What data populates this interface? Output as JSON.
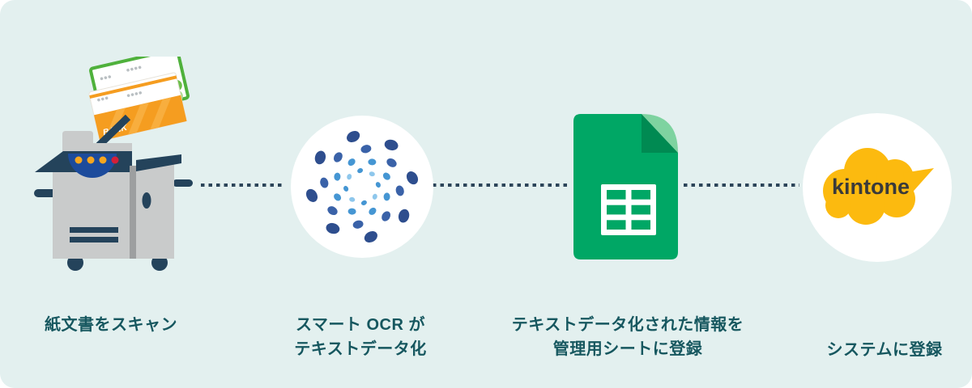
{
  "flow": {
    "title_hidden": "",
    "steps": [
      {
        "id": "scan",
        "icon": "multifunction-printer-icon",
        "lines": [
          "紙文書をスキャン"
        ]
      },
      {
        "id": "ocr",
        "icon": "smart-ocr-dots-icon",
        "lines": [
          "スマート OCR が",
          "テキストデータ化"
        ]
      },
      {
        "id": "sheet",
        "icon": "google-sheets-icon",
        "lines": [
          "テキストデータ化された情報を",
          "管理用シートに登録"
        ]
      },
      {
        "id": "system",
        "icon": "kintone-logo-icon",
        "lines": [
          "システムに登録"
        ]
      }
    ]
  },
  "scanner_document": {
    "bank_label": "BANK"
  },
  "kintone": {
    "logo_text": "kintone"
  },
  "colors": {
    "panel_bg": "#e3f0ef",
    "label_text": "#16575f",
    "connector_dot": "#2c4559",
    "navy": "#24435b",
    "scanner_gray": "#c9cbcb",
    "scanner_panel_blue": "#1c4b9c",
    "panel_dot_orange": "#f6a61f",
    "panel_dot_red": "#d31f38",
    "doc_green": "#4fb13c",
    "doc_orange": "#f59d20",
    "ocr_dark_blue": "#2e4e8e",
    "ocr_mid_blue": "#3a62a8",
    "ocr_sky_blue": "#4596d3",
    "ocr_light_blue": "#8ec7ec",
    "sheets_green": "#00a765",
    "sheets_fold_green": "#7ed3a0",
    "sheets_shadow_green": "#008a52",
    "kintone_yellow": "#fcba0f",
    "kintone_text": "#3a3a3a"
  }
}
